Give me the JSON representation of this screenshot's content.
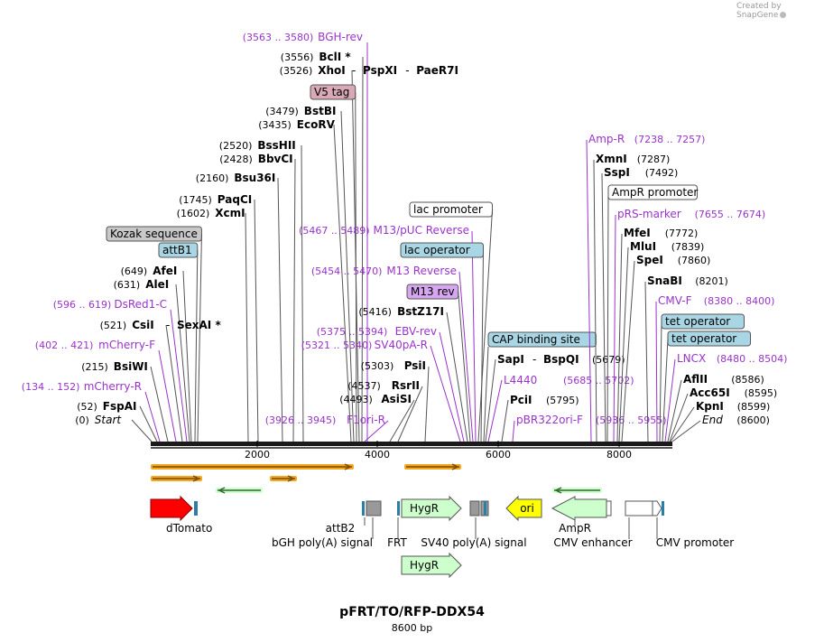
{
  "credit": "Created by SnapGene",
  "plasmid": {
    "name": "pFRT/TO/RFP-DDX54",
    "size": "8600 bp"
  },
  "ruler": {
    "ticks": [
      "2000",
      "4000",
      "6000",
      "8000"
    ]
  },
  "left_labels": [
    {
      "pos": "(3563 .. 3580)",
      "name": "BGH-rev",
      "kind": "primer"
    },
    {
      "pos": "(3556)",
      "name": "BclI *",
      "kind": "enzyme"
    },
    {
      "pos": "(3526)",
      "name": "XhoI",
      "extra": [
        "PspXI",
        "PaeR7I"
      ],
      "kind": "enzyme"
    },
    {
      "name": "V5 tag",
      "kind": "box-pink"
    },
    {
      "pos": "(3479)",
      "name": "BstBI",
      "kind": "enzyme"
    },
    {
      "pos": "(3435)",
      "name": "EcoRV",
      "kind": "enzyme"
    },
    {
      "pos": "(2520)",
      "name": "BssHII",
      "kind": "enzyme"
    },
    {
      "pos": "(2428)",
      "name": "BbvCI",
      "kind": "enzyme"
    },
    {
      "pos": "(2160)",
      "name": "Bsu36I",
      "kind": "enzyme"
    },
    {
      "pos": "(1745)",
      "name": "PaqCI",
      "kind": "enzyme"
    },
    {
      "pos": "(1602)",
      "name": "XcmI",
      "kind": "enzyme"
    },
    {
      "name": "Kozak sequence",
      "kind": "box-gray"
    },
    {
      "name": "attB1",
      "kind": "box-blue"
    },
    {
      "pos": "(649)",
      "name": "AfeI",
      "kind": "enzyme"
    },
    {
      "pos": "(631)",
      "name": "AleI",
      "kind": "enzyme"
    },
    {
      "pos": "(596 .. 619)",
      "name": "DsRed1-C",
      "kind": "primer"
    },
    {
      "pos": "(521)",
      "name": "CsiI",
      "extra": [
        "SexAI *"
      ],
      "kind": "enzyme"
    },
    {
      "pos": "(402 .. 421)",
      "name": "mCherry-F",
      "kind": "primer"
    },
    {
      "pos": "(215)",
      "name": "BsiWI",
      "kind": "enzyme"
    },
    {
      "pos": "(134 .. 152)",
      "name": "mCherry-R",
      "kind": "primer"
    },
    {
      "pos": "(52)",
      "name": "FspAI",
      "kind": "enzyme"
    },
    {
      "pos": "(0)",
      "name": "Start",
      "kind": "italic"
    }
  ],
  "middle_labels": [
    {
      "pos": "(5467 .. 5489)",
      "name": "M13/pUC Reverse",
      "kind": "primer"
    },
    {
      "name": "lac promoter",
      "kind": "box-white"
    },
    {
      "name": "lac operator",
      "kind": "box-blue"
    },
    {
      "pos": "(5454 .. 5470)",
      "name": "M13 Reverse",
      "kind": "primer"
    },
    {
      "name": "M13 rev",
      "kind": "box-purple"
    },
    {
      "pos": "(5416)",
      "name": "BstZ17I",
      "kind": "enzyme"
    },
    {
      "pos": "(5375 .. 5394)",
      "name": "EBV-rev",
      "kind": "primer"
    },
    {
      "pos": "(5321 .. 5340)",
      "name": "SV40pA-R",
      "kind": "primer"
    },
    {
      "pos": "(5303)",
      "name": "PsiI",
      "kind": "enzyme"
    },
    {
      "pos": "(4537)",
      "name": "RsrII",
      "kind": "enzyme"
    },
    {
      "pos": "(4493)",
      "name": "AsiSI",
      "kind": "enzyme"
    },
    {
      "pos": "(3926 .. 3945)",
      "name": "F1ori-R",
      "kind": "primer"
    }
  ],
  "right_labels": [
    {
      "name": "Amp-R",
      "pos": "(7238 .. 7257)",
      "kind": "primer"
    },
    {
      "name": "XmnI",
      "pos": "(7287)",
      "kind": "enzyme"
    },
    {
      "name": "SspI",
      "pos": "(7492)",
      "kind": "enzyme"
    },
    {
      "name": "AmpR promoter",
      "kind": "box-white"
    },
    {
      "name": "pRS-marker",
      "pos": "(7655 .. 7674)",
      "kind": "primer"
    },
    {
      "name": "MfeI",
      "pos": "(7772)",
      "kind": "enzyme"
    },
    {
      "name": "MluI",
      "pos": "(7839)",
      "kind": "enzyme"
    },
    {
      "name": "SpeI",
      "pos": "(7860)",
      "kind": "enzyme"
    },
    {
      "name": "SnaBI",
      "pos": "(8201)",
      "kind": "enzyme"
    },
    {
      "name": "CMV-F",
      "pos": "(8380 .. 8400)",
      "kind": "primer"
    },
    {
      "name": "tet operator",
      "kind": "box-blue"
    },
    {
      "name": "tet operator",
      "kind": "box-blue"
    },
    {
      "name": "LNCX",
      "pos": "(8480 .. 8504)",
      "kind": "primer"
    },
    {
      "name": "AflII",
      "pos": "(8586)",
      "kind": "enzyme"
    },
    {
      "name": "Acc65I",
      "pos": "(8595)",
      "kind": "enzyme"
    },
    {
      "name": "KpnI",
      "pos": "(8599)",
      "kind": "enzyme"
    },
    {
      "name": "End",
      "pos": "(8600)",
      "kind": "italic"
    }
  ],
  "center_labels": [
    {
      "name": "CAP binding site",
      "kind": "box-blue"
    },
    {
      "name": "SapI",
      "extra": "BspQI",
      "pos": "(5679)",
      "kind": "enzyme"
    },
    {
      "name": "L4440",
      "pos": "(5685 .. 5702)",
      "kind": "primer"
    },
    {
      "name": "PciI",
      "pos": "(5795)",
      "kind": "enzyme"
    },
    {
      "name": "pBR322ori-F",
      "pos": "(5936 .. 5955)",
      "kind": "primer"
    }
  ],
  "features": {
    "dTomato": "dTomato",
    "attB2": "attB2",
    "bgh": "bGH poly(A) signal",
    "frt": "FRT",
    "hygr1": "HygR",
    "hygr2": "HygR",
    "sv40": "SV40 poly(A) signal",
    "ori": "ori",
    "ampr": "AmpR",
    "cmv_enh": "CMV enhancer",
    "cmv_prom": "CMV promoter"
  },
  "colors": {
    "enzyme": "#000000",
    "primer": "#9933cc",
    "orf_orange": "#f5a623",
    "dtomato": "#ff0000",
    "hygr": "#ccffcc",
    "ori": "#ffff00",
    "box_blue": "#a9d6e5",
    "box_gray": "#c8c8c8",
    "box_pink": "#d9a9b8",
    "box_purple": "#d6a6f0"
  }
}
